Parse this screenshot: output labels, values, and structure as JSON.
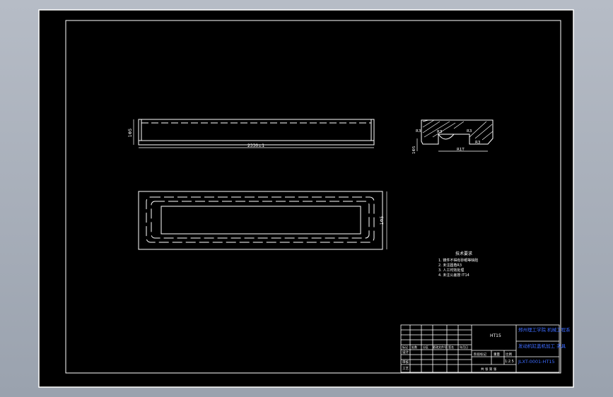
{
  "drawing": {
    "dims": {
      "front_height": "1Φ5",
      "front_length": "2330±1",
      "plan_width": "1Φ5",
      "section_height": "1Φ5",
      "section_radius_left": "R3",
      "section_radius_mid": "R3",
      "section_radius_right": "R3",
      "section_chamfer": "R3",
      "section_width": "R1T"
    },
    "notes": {
      "heading": "技术要求",
      "lines": [
        "1. 铸件不得有砂眼等缺陷",
        "2. 未注圆角R3",
        "3. 人工时效处理",
        "4. 未注公差按 IT14"
      ]
    }
  },
  "title_block": {
    "material": "HT15",
    "school": "郑州理工学院 机械工程系",
    "part_name": "发动机缸盖机加工 夹具",
    "drawing_no": "JLXT-0001-HT15",
    "scale": "1:2.5",
    "headers": [
      "标记",
      "处数",
      "分区",
      "更改文件号",
      "签名",
      "年月日"
    ],
    "row_labels": [
      "设计",
      "审核",
      "工艺"
    ],
    "col_labels": [
      "阶段标记",
      "重量",
      "比例"
    ],
    "sheet_label": "共 张 第 张"
  },
  "colors": {
    "background": "#000000",
    "line": "#ffffff",
    "accent": "#3d6bff",
    "frame": "#ffffff"
  }
}
